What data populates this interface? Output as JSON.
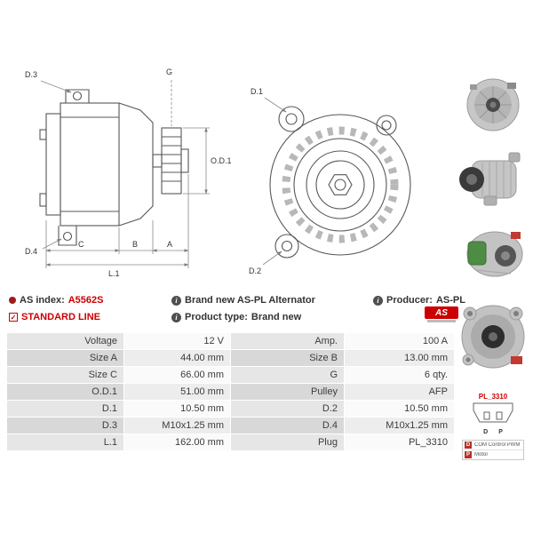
{
  "icons": {
    "info_glyph": "i",
    "check_glyph": "✓"
  },
  "info": {
    "as_index_label": "AS index:",
    "as_index_value": "A5562S",
    "standard_line_label": "STANDARD LINE",
    "brand_new_text": "Brand new AS-PL Alternator",
    "product_type_label": "Product type:",
    "product_type_value": "Brand new",
    "producer_label": "Producer:",
    "producer_value": "AS-PL",
    "logo_text": "AS"
  },
  "drawings": {
    "side": {
      "d3": "D.3",
      "g": "G",
      "od1": "O.D.1",
      "d4": "D.4",
      "c": "C",
      "b": "B",
      "a": "A",
      "l1": "L.1"
    },
    "front": {
      "d1": "D.1",
      "d2": "D.2"
    }
  },
  "connector": {
    "label": "PL_3310",
    "pin_d": "D",
    "pin_p": "P"
  },
  "pin_table": {
    "rows": [
      {
        "pin": "D",
        "desc": "COM Control PWM"
      },
      {
        "pin": "P",
        "desc": "Motor"
      }
    ]
  },
  "table": {
    "rows": [
      {
        "l1": "Voltage",
        "v1": "12 V",
        "l2": "Amp.",
        "v2": "100 A"
      },
      {
        "l1": "Size A",
        "v1": "44.00 mm",
        "l2": "Size B",
        "v2": "13.00 mm"
      },
      {
        "l1": "Size C",
        "v1": "66.00 mm",
        "l2": "G",
        "v2": "6 qty."
      },
      {
        "l1": "O.D.1",
        "v1": "51.00 mm",
        "l2": "Pulley",
        "v2": "AFP"
      },
      {
        "l1": "D.1",
        "v1": "10.50 mm",
        "l2": "D.2",
        "v2": "10.50 mm"
      },
      {
        "l1": "D.3",
        "v1": "M10x1.25 mm",
        "l2": "D.4",
        "v2": "M10x1.25 mm"
      },
      {
        "l1": "L.1",
        "v1": "162.00 mm",
        "l2": "Plug",
        "v2": "PL_3310"
      }
    ]
  }
}
